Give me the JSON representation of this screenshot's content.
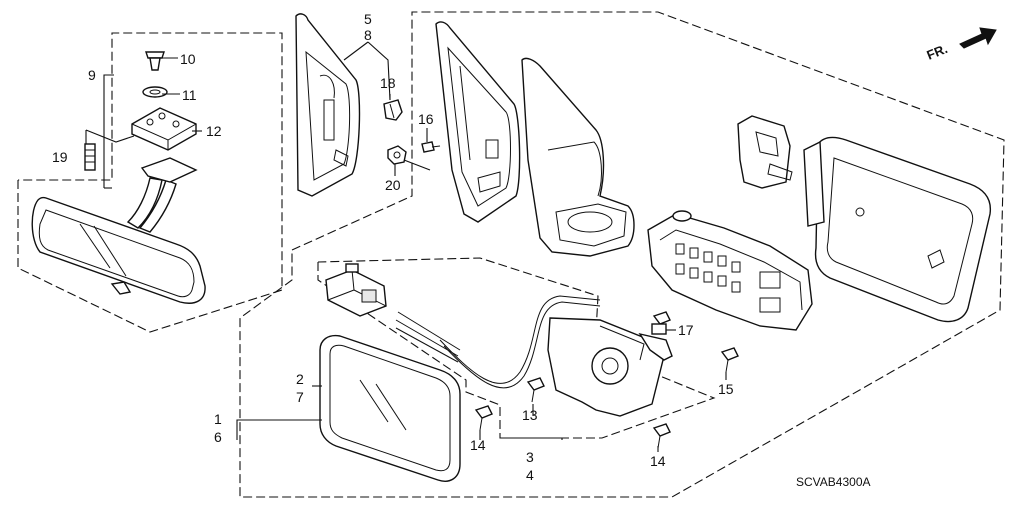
{
  "diagram": {
    "code": "SCVAB4300A",
    "direction_label": "FR.",
    "callouts": {
      "c1": "1",
      "c6": "6",
      "c2": "2",
      "c7": "7",
      "c3": "3",
      "c4": "4",
      "c5": "5",
      "c8": "8",
      "c9": "9",
      "c10": "10",
      "c11": "11",
      "c12": "12",
      "c13": "13",
      "c14a": "14",
      "c14b": "14",
      "c15": "15",
      "c16": "16",
      "c17": "17",
      "c18": "18",
      "c19": "19",
      "c20": "20"
    }
  }
}
